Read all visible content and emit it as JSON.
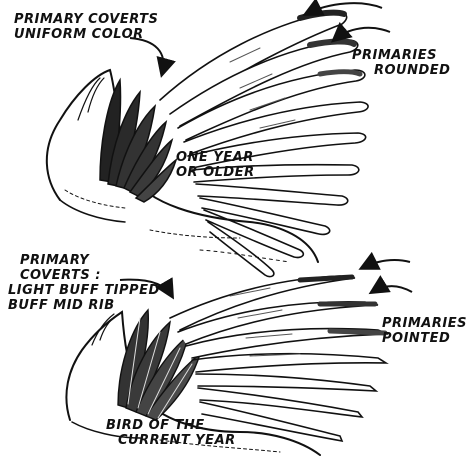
{
  "labels": {
    "top_coverts": {
      "line1": "PRIMARY COVERTS",
      "line2": "UNIFORM COLOR"
    },
    "top_primaries": {
      "line1": "PRIMARIES",
      "line2": "ROUNDED"
    },
    "top_age": {
      "line1": "ONE YEAR",
      "line2": "OR OLDER"
    },
    "bottom_coverts": {
      "line1": "PRIMARY",
      "line2": "COVERTS :",
      "line3": "LIGHT BUFF TIPPED",
      "line4": "BUFF MID RIB"
    },
    "bottom_primaries": {
      "line1": "PRIMARIES",
      "line2": "POINTED"
    },
    "bottom_age": {
      "line1": "BIRD OF THE",
      "line2": "CURRENT YEAR"
    }
  },
  "colors": {
    "ink": "#111111",
    "paper": "#ffffff"
  },
  "illustration": {
    "top_wing": "adult-wing-rounded-primaries",
    "bottom_wing": "juvenile-wing-pointed-primaries"
  }
}
